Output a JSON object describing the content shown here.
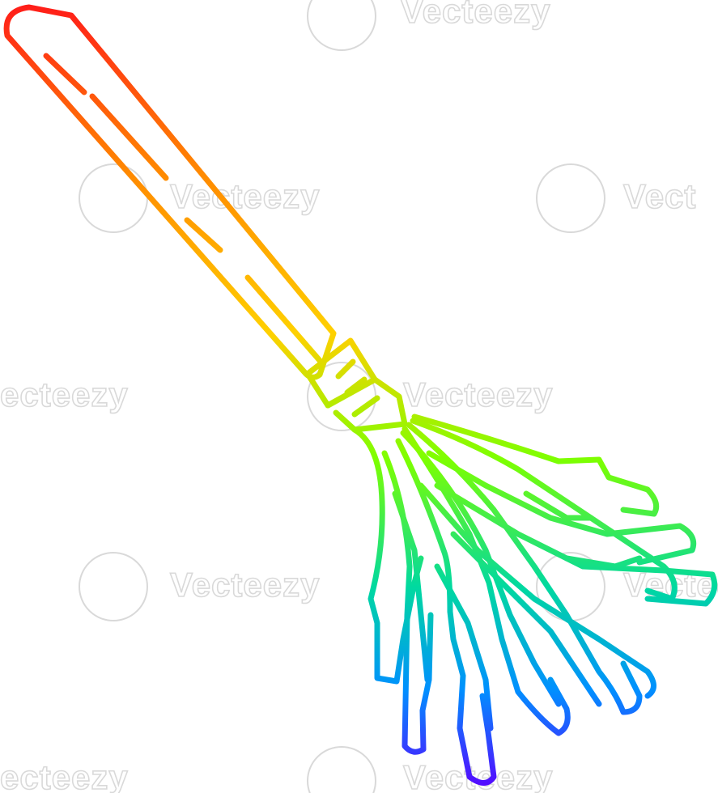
{
  "illustration": {
    "subject": "broom-icon",
    "palette": [
      "#ff1a1a",
      "#ff8a00",
      "#ffd000",
      "#7dff00",
      "#00d9a0",
      "#0090ff",
      "#5a00ff"
    ]
  },
  "watermark": {
    "brand": "Vecteezy",
    "fragments": [
      "Vecteezy",
      "Vecteezy",
      "Vect",
      "Vecteezy",
      "ecteezy",
      "Vecteezy",
      "Vecteezy",
      "ecteezy",
      "Vecteezy"
    ]
  }
}
